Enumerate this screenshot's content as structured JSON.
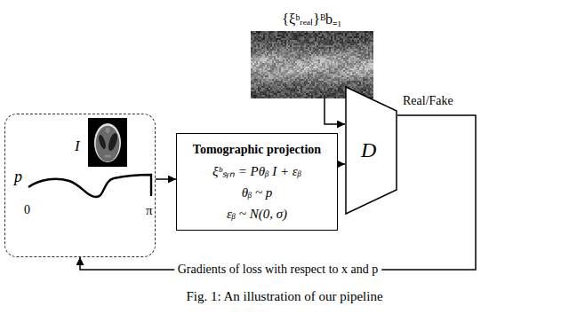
{
  "diagram": {
    "caption": "Fig. 1: An illustration of our pipeline",
    "nodes": [
      {
        "text": [
          "{ξᵇᵣₑₐₗ}ᴮb₌₁"
        ]
      },
      {
        "text": [
          "I",
          "p",
          "0",
          "π"
        ]
      },
      {
        "text": [
          "Tomographic projection",
          "ξᵇₛᵧₙ = Pθᵦ I + εᵦ",
          "θᵦ ~ p",
          "εᵦ ~ N(0, σ)"
        ]
      },
      {
        "text": [
          "D"
        ]
      }
    ],
    "edges": [
      {
        "from": 0,
        "to": 3,
        "arrow": "to"
      },
      {
        "from": 2,
        "to": 3,
        "arrow": "to"
      },
      {
        "from": 1,
        "to": 2,
        "arrow": "to"
      },
      {
        "from": 3,
        "to": 1,
        "label": "Gradients of loss with respect to x and p",
        "arrow": "to"
      }
    ],
    "labels": [
      "Real/Fake"
    ]
  }
}
